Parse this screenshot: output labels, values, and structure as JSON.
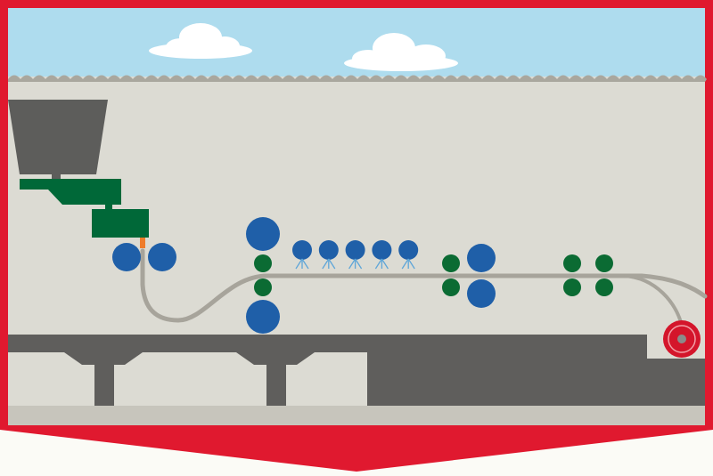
{
  "colors": {
    "frame_red": "#e0192f",
    "sky": "#aedcee",
    "cloud": "#ffffff",
    "wall": "#dcdbd3",
    "wall_edge": "#a9a79e",
    "floor_strip": "#c7c5bc",
    "machine_dark": "#5f5e5c",
    "hopper": "#5d5d5b",
    "feeder_green": "#006838",
    "roller_blue": "#1f5fa8",
    "roller_green": "#0b6b33",
    "strip": "#a7a49b",
    "spray": "#5fa6d8",
    "melt": "#ef7c2a",
    "coil": "#d4152b",
    "coil_inner": "#8b8b8b",
    "bottom_bg": "#fbfbf6"
  },
  "icons": [
    "cloud-icon",
    "hopper-icon",
    "feeder-icon",
    "roller-icon",
    "spray-nozzle-icon",
    "coil-icon"
  ],
  "diagram": {
    "stations": [
      "hopper",
      "feeder-upper",
      "feeder-lower",
      "casting-rollers",
      "rolling-stand-1",
      "cooling-sprays",
      "rolling-stand-2",
      "rolling-stand-3",
      "coiler"
    ],
    "spray_nozzle_count": 5
  }
}
